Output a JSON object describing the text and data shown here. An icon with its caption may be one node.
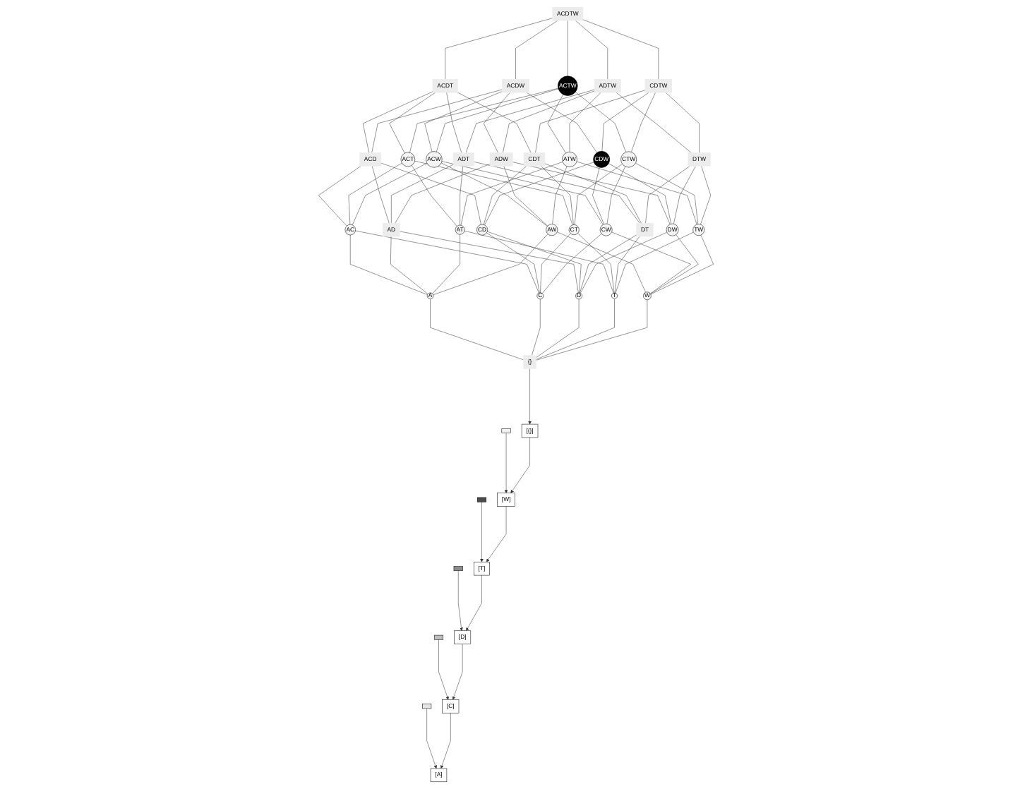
{
  "diagram": {
    "nodes": [
      {
        "text": [
          "ACDTW"
        ]
      },
      {
        "text": [
          "ACDT"
        ]
      },
      {
        "text": [
          "ACDW"
        ]
      },
      {
        "text": [
          "ACTW"
        ]
      },
      {
        "text": [
          "ADTW"
        ]
      },
      {
        "text": [
          "CDTW"
        ]
      },
      {
        "text": [
          "ACD"
        ]
      },
      {
        "text": [
          "ACT"
        ]
      },
      {
        "text": [
          "ACW"
        ]
      },
      {
        "text": [
          "ADT"
        ]
      },
      {
        "text": [
          "ADW"
        ]
      },
      {
        "text": [
          "ATW"
        ]
      },
      {
        "text": [
          "CDT"
        ]
      },
      {
        "text": [
          "CDW"
        ]
      },
      {
        "text": [
          "CTW"
        ]
      },
      {
        "text": [
          "DTW"
        ]
      },
      {
        "text": [
          "AC"
        ]
      },
      {
        "text": [
          "AD"
        ]
      },
      {
        "text": [
          "AT"
        ]
      },
      {
        "text": [
          "AW"
        ]
      },
      {
        "text": [
          "CD"
        ]
      },
      {
        "text": [
          "CT"
        ]
      },
      {
        "text": [
          "CW"
        ]
      },
      {
        "text": [
          "DT"
        ]
      },
      {
        "text": [
          "DW"
        ]
      },
      {
        "text": [
          "TW"
        ]
      },
      {
        "text": [
          "A"
        ]
      },
      {
        "text": [
          "C"
        ]
      },
      {
        "text": [
          "D"
        ]
      },
      {
        "text": [
          "T"
        ]
      },
      {
        "text": [
          "W"
        ]
      },
      {
        "text": [
          "{}"
        ]
      },
      {
        "text": [],
        "shape": "box"
      },
      {
        "text": [],
        "shape": "box"
      },
      {
        "text": [],
        "shape": "box"
      },
      {
        "text": [],
        "shape": "box"
      },
      {
        "text": [],
        "shape": "box"
      },
      {
        "text": [
          "[A]"
        ]
      },
      {
        "text": [
          "[C]"
        ]
      },
      {
        "text": [
          "[D]"
        ]
      },
      {
        "text": [
          "[T]"
        ]
      },
      {
        "text": [
          "[W]"
        ]
      },
      {
        "text": [
          "[{}]"
        ]
      }
    ],
    "edges": [
      {
        "from": 0,
        "to": 1,
        "arrow": "none"
      },
      {
        "from": 0,
        "to": 2,
        "arrow": "none"
      },
      {
        "from": 0,
        "to": 3,
        "arrow": "none"
      },
      {
        "from": 0,
        "to": 4,
        "arrow": "none"
      },
      {
        "from": 0,
        "to": 5,
        "arrow": "none"
      },
      {
        "from": 1,
        "to": 6,
        "arrow": "none"
      },
      {
        "from": 1,
        "to": 7,
        "arrow": "none"
      },
      {
        "from": 1,
        "to": 9,
        "arrow": "none"
      },
      {
        "from": 1,
        "to": 12,
        "arrow": "none"
      },
      {
        "from": 2,
        "to": 6,
        "arrow": "none"
      },
      {
        "from": 2,
        "to": 8,
        "arrow": "none"
      },
      {
        "from": 2,
        "to": 10,
        "arrow": "none"
      },
      {
        "from": 2,
        "to": 13,
        "arrow": "none"
      },
      {
        "from": 3,
        "to": 7,
        "arrow": "none"
      },
      {
        "from": 3,
        "to": 8,
        "arrow": "none"
      },
      {
        "from": 3,
        "to": 11,
        "arrow": "none"
      },
      {
        "from": 3,
        "to": 14,
        "arrow": "none"
      },
      {
        "from": 4,
        "to": 9,
        "arrow": "none"
      },
      {
        "from": 4,
        "to": 10,
        "arrow": "none"
      },
      {
        "from": 4,
        "to": 11,
        "arrow": "none"
      },
      {
        "from": 4,
        "to": 15,
        "arrow": "none"
      },
      {
        "from": 5,
        "to": 12,
        "arrow": "none"
      },
      {
        "from": 5,
        "to": 13,
        "arrow": "none"
      },
      {
        "from": 5,
        "to": 14,
        "arrow": "none"
      },
      {
        "from": 5,
        "to": 15,
        "arrow": "none"
      },
      {
        "from": 6,
        "to": 16,
        "arrow": "none"
      },
      {
        "from": 6,
        "to": 17,
        "arrow": "none"
      },
      {
        "from": 6,
        "to": 20,
        "arrow": "none"
      },
      {
        "from": 7,
        "to": 16,
        "arrow": "none"
      },
      {
        "from": 7,
        "to": 18,
        "arrow": "none"
      },
      {
        "from": 7,
        "to": 21,
        "arrow": "none"
      },
      {
        "from": 8,
        "to": 16,
        "arrow": "none"
      },
      {
        "from": 8,
        "to": 19,
        "arrow": "none"
      },
      {
        "from": 8,
        "to": 22,
        "arrow": "none"
      },
      {
        "from": 9,
        "to": 17,
        "arrow": "none"
      },
      {
        "from": 9,
        "to": 18,
        "arrow": "none"
      },
      {
        "from": 9,
        "to": 23,
        "arrow": "none"
      },
      {
        "from": 10,
        "to": 17,
        "arrow": "none"
      },
      {
        "from": 10,
        "to": 19,
        "arrow": "none"
      },
      {
        "from": 10,
        "to": 24,
        "arrow": "none"
      },
      {
        "from": 11,
        "to": 18,
        "arrow": "none"
      },
      {
        "from": 11,
        "to": 19,
        "arrow": "none"
      },
      {
        "from": 11,
        "to": 25,
        "arrow": "none"
      },
      {
        "from": 12,
        "to": 20,
        "arrow": "none"
      },
      {
        "from": 12,
        "to": 21,
        "arrow": "none"
      },
      {
        "from": 12,
        "to": 23,
        "arrow": "none"
      },
      {
        "from": 13,
        "to": 20,
        "arrow": "none"
      },
      {
        "from": 13,
        "to": 22,
        "arrow": "none"
      },
      {
        "from": 13,
        "to": 24,
        "arrow": "none"
      },
      {
        "from": 14,
        "to": 21,
        "arrow": "none"
      },
      {
        "from": 14,
        "to": 22,
        "arrow": "none"
      },
      {
        "from": 14,
        "to": 25,
        "arrow": "none"
      },
      {
        "from": 15,
        "to": 23,
        "arrow": "none"
      },
      {
        "from": 15,
        "to": 24,
        "arrow": "none"
      },
      {
        "from": 15,
        "to": 25,
        "arrow": "none"
      },
      {
        "from": 16,
        "to": 26,
        "arrow": "none"
      },
      {
        "from": 16,
        "to": 27,
        "arrow": "none"
      },
      {
        "from": 17,
        "to": 26,
        "arrow": "none"
      },
      {
        "from": 17,
        "to": 28,
        "arrow": "none"
      },
      {
        "from": 18,
        "to": 26,
        "arrow": "none"
      },
      {
        "from": 18,
        "to": 29,
        "arrow": "none"
      },
      {
        "from": 19,
        "to": 26,
        "arrow": "none"
      },
      {
        "from": 19,
        "to": 30,
        "arrow": "none"
      },
      {
        "from": 20,
        "to": 27,
        "arrow": "none"
      },
      {
        "from": 20,
        "to": 28,
        "arrow": "none"
      },
      {
        "from": 21,
        "to": 27,
        "arrow": "none"
      },
      {
        "from": 21,
        "to": 29,
        "arrow": "none"
      },
      {
        "from": 22,
        "to": 27,
        "arrow": "none"
      },
      {
        "from": 22,
        "to": 30,
        "arrow": "none"
      },
      {
        "from": 23,
        "to": 28,
        "arrow": "none"
      },
      {
        "from": 23,
        "to": 29,
        "arrow": "none"
      },
      {
        "from": 24,
        "to": 28,
        "arrow": "none"
      },
      {
        "from": 24,
        "to": 30,
        "arrow": "none"
      },
      {
        "from": 25,
        "to": 29,
        "arrow": "none"
      },
      {
        "from": 25,
        "to": 30,
        "arrow": "none"
      },
      {
        "from": 26,
        "to": 31,
        "arrow": "none"
      },
      {
        "from": 27,
        "to": 31,
        "arrow": "none"
      },
      {
        "from": 28,
        "to": 31,
        "arrow": "none"
      },
      {
        "from": 29,
        "to": 31,
        "arrow": "none"
      },
      {
        "from": 30,
        "to": 31,
        "arrow": "none"
      },
      {
        "from": 32,
        "to": 37,
        "arrow": "to"
      },
      {
        "from": 33,
        "to": 38,
        "arrow": "to"
      },
      {
        "from": 34,
        "to": 39,
        "arrow": "to"
      },
      {
        "from": 35,
        "to": 40,
        "arrow": "to"
      },
      {
        "from": 36,
        "to": 41,
        "arrow": "to"
      },
      {
        "from": 31,
        "to": 42,
        "arrow": "to"
      },
      {
        "from": 38,
        "to": 37,
        "arrow": "to"
      },
      {
        "from": 39,
        "to": 38,
        "arrow": "to"
      },
      {
        "from": 40,
        "to": 39,
        "arrow": "to"
      },
      {
        "from": 41,
        "to": 40,
        "arrow": "to"
      },
      {
        "from": 42,
        "to": 41,
        "arrow": "to"
      }
    ]
  }
}
